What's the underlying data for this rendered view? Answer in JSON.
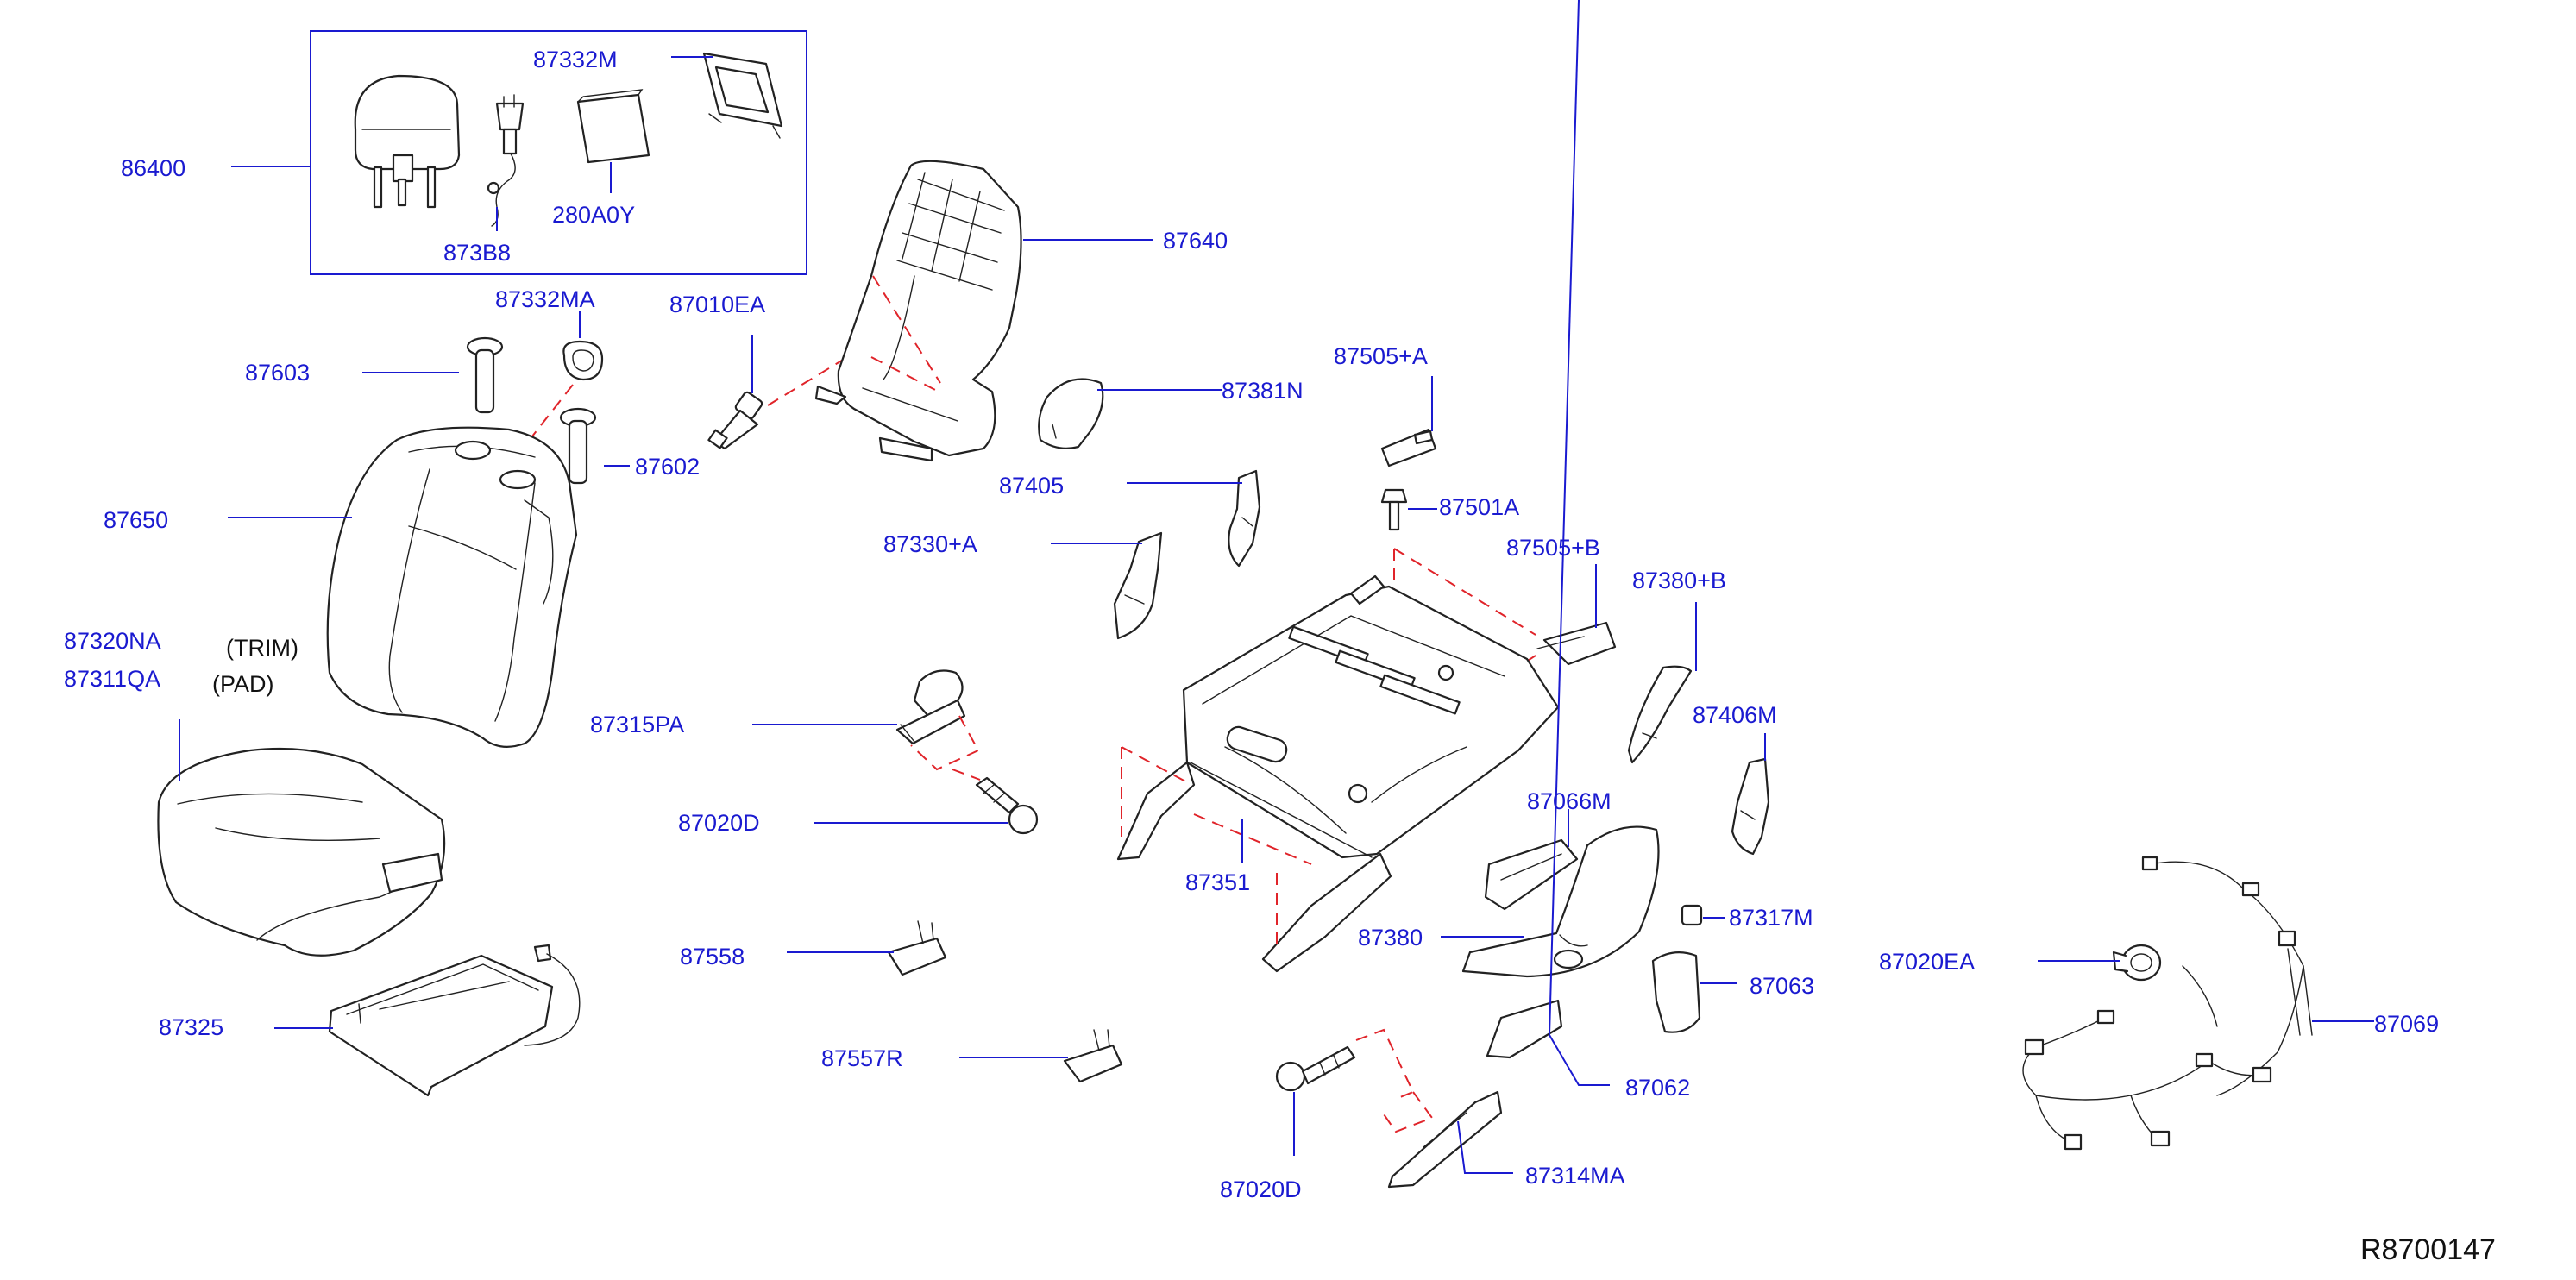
{
  "diagram": {
    "reference_code": "R8700147",
    "notes": {
      "trim": "(TRIM)",
      "pad": "(PAD)"
    },
    "parts": {
      "p86400": "86400",
      "p87332M": "87332M",
      "p280A0Y": "280A0Y",
      "p873B8": "873B8",
      "p87332MA": "87332MA",
      "p87010EA": "87010EA",
      "p87640": "87640",
      "p87603": "87603",
      "p87602": "87602",
      "p87650": "87650",
      "p87381N": "87381N",
      "p87505A": "87505+A",
      "p87405": "87405",
      "p87501A": "87501A",
      "p87330A": "87330+A",
      "p87505B": "87505+B",
      "p87380B": "87380+B",
      "p87320NA": "87320NA",
      "p87311QA": "87311QA",
      "p87315PA": "87315PA",
      "p87406M": "87406M",
      "p87020D_top": "87020D",
      "p87066M": "87066M",
      "p87351": "87351",
      "p87317M": "87317M",
      "p87380": "87380",
      "p87558": "87558",
      "p87020EA": "87020EA",
      "p87063": "87063",
      "p87325": "87325",
      "p87069": "87069",
      "p87557R": "87557R",
      "p87062": "87062",
      "p87020D_bottom": "87020D",
      "p87314MA": "87314MA"
    }
  }
}
